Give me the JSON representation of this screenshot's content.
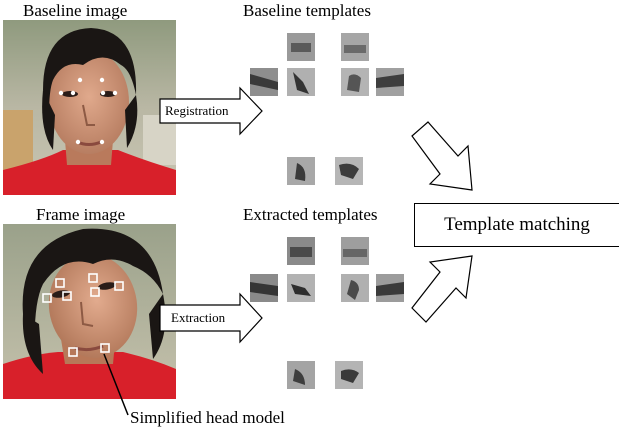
{
  "labels": {
    "baseline_image": "Baseline image",
    "baseline_templates": "Baseline templates",
    "frame_image": "Frame image",
    "extracted_templates": "Extracted templates",
    "registration": "Registration",
    "extraction": "Extraction",
    "template_matching": "Template matching",
    "head_model": "Simplified head model"
  },
  "colors": {
    "skin": "#c98f72",
    "hair": "#1a1614",
    "shirt": "#d8202a",
    "background_wall": "#b8bcae",
    "template_dark": "#3a3a3a",
    "template_light": "#b0b0b0"
  }
}
